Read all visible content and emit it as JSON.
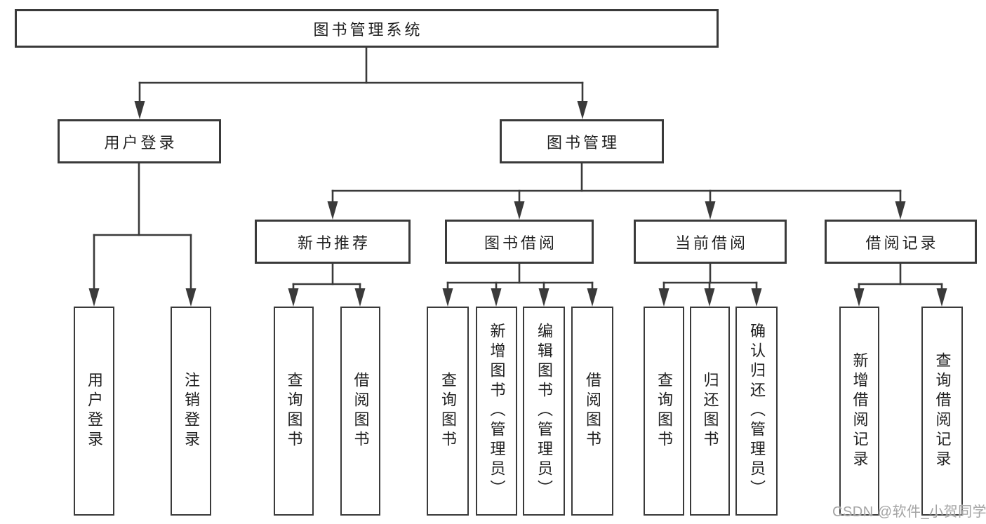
{
  "diagram": {
    "title_note": "functional structure chart",
    "root": {
      "label": "图书管理系统"
    },
    "level1": [
      {
        "label": "用户登录"
      },
      {
        "label": "图书管理"
      }
    ],
    "level2": [
      {
        "label": "新书推荐"
      },
      {
        "label": "图书借阅"
      },
      {
        "label": "当前借阅"
      },
      {
        "label": "借阅记录"
      }
    ],
    "leaves": {
      "user_login": [
        "用户登录",
        "注销登录"
      ],
      "new_books": [
        "查询图书",
        "借阅图书"
      ],
      "book_borrow": [
        "查询图书",
        "新增图书（管理员）",
        "编辑图书（管理员）",
        "借阅图书"
      ],
      "current_borrow": [
        "查询图书",
        "归还图书",
        "确认归还（管理员）"
      ],
      "borrow_records": [
        "新增借阅记录",
        "查询借阅记录"
      ]
    }
  },
  "watermark": {
    "text": "CSDN @软件_小贺同学"
  },
  "colors": {
    "line": "#3a3a3a",
    "box_border": "#3a3a3a",
    "text": "#1f1f1f",
    "watermark": "#a4a4a4",
    "background": "#ffffff"
  }
}
